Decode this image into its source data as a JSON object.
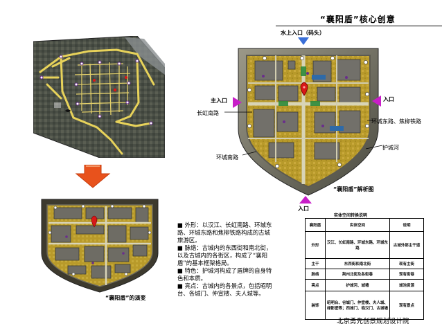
{
  "header": {
    "title": "“襄阳盾”核心创意"
  },
  "main_diagram": {
    "entrances": {
      "top": "水上入口（码头）",
      "left": "主入口",
      "right": "入口",
      "bottom": "入口"
    },
    "roads": {
      "changhong": "长虹南路",
      "huancheng_east": "环城东路、焦柳铁路",
      "huchenghe": "护城河",
      "huancheng_south": "环城南路"
    },
    "caption": "“襄阳盾”解析图"
  },
  "evolution": {
    "caption": "“襄阳盾”的演变"
  },
  "description": [
    "■ 外形：以汉江、长虹南路、环城东路、环城东路和焦柳铁路构成的古城旅游区。",
    "■ 脉络：古城内的东西街和南北街，以及古城内的各街区，构成了“襄阳盾”的基本框架格局。",
    "■ 特色：护城河构成了盾牌的自身特色和本质。",
    "■ 亮点：古城内的各景点，包括昭明台、各城门、仲宣楼、夫人城等。"
  ],
  "table": {
    "caption": "实体空间转换说明",
    "headers": [
      "襄阳盾",
      "实体空间",
      "说明"
    ],
    "rows": [
      {
        "name": "外形",
        "space": "汉江、长虹南路、环城东路、环城东路",
        "note": "古城外部主干道"
      },
      {
        "name": "主干",
        "space": "东西街和南北街",
        "note": "现有主街"
      },
      {
        "name": "脉络",
        "space": "荆州北街及各街巷",
        "note": "现有街巷"
      },
      {
        "name": "亮点",
        "space": "护城河、城墙",
        "note": "城池资源"
      },
      {
        "name": "装饰",
        "space": "昭明台、谷城门、仲宣楼、夫人城、绿影壁等；西城门、临汉门、古城墙",
        "note": "现有景点"
      }
    ]
  },
  "footer": {
    "credit": "北京勇先创景规划设计院"
  },
  "colors": {
    "arrow_orange": "#e8521c",
    "entrance_magenta": "#c81ec8",
    "entrance_blue": "#3a6fd8",
    "district_gold": "#b89a2a",
    "pin_red": "#d81818"
  }
}
